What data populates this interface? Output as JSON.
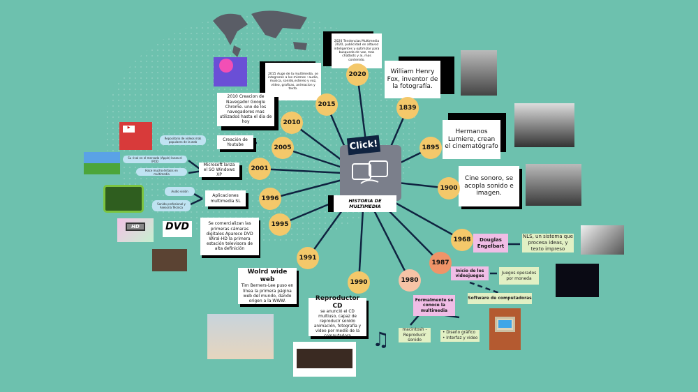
{
  "center": {
    "click_label": "Click!",
    "title": "HISTORIA DE MULTIMEDIA"
  },
  "years": {
    "y2020": "2020",
    "y2015": "2015",
    "y2010": "2010",
    "y2005": "2005",
    "y2001": "2001",
    "y1996": "1996",
    "y1995": "1995",
    "y1991": "1991",
    "y1990": "1990",
    "y1980": "1980",
    "y1987": "1987",
    "y1968": "1968",
    "y1900": "1900",
    "y1895": "1895",
    "y1839": "1839"
  },
  "boxes": {
    "b2020": "2020  Tendencias Multimedia 2020, publicidad en altavoz inteligentes y optimizar para busqueda de voz, mas chatbots y ai, mas contenido.",
    "b2015": "2015 Auge de la multimedia. se integraron a los mismos : audio, musica, sonido,estereo y voz, video, graficas, animacion y texto.",
    "b2010": "2010  Creacion de Navegador Google Chrome. uno de los navegadores mas utilizados hasta el dia de hoy",
    "b2005": "Creación de Youtube",
    "b2001": "Microsoft lanza el SO Windows XP",
    "b1996": "Aplicaciones multimedia SL",
    "b1995": "Se comercializan las primeras cámaras digitales Aparece DVD Wiral-HD la primera estación televisora de alta definición",
    "b1991_title": "Wolrd wide web",
    "b1991": "Tim Berners-Lee puso en línea la primera página web del mundo, dando origen a la WWW.",
    "b1990_title": "Reproductor CD",
    "b1990": "se anunció el CD multiuso, capaz de reproducir sonido animación, fotografía y video por medio de la computadora",
    "b1839": "William Henry Fox, inventor de la fotografía.",
    "b1895": "Hermanos Lumiere, crean el cinematógrafo",
    "b1900": "Cine sonoro, se acopla sonido e imagen."
  },
  "pills": {
    "youtube": "Repositorio de videos más populares de la web",
    "xp1": "Su rival en el mercado (Apple) lanza el IPOD",
    "xp2": "Hace mucho énfasis en multimedia",
    "sl1": "Audio visión",
    "sl2": "Sonido profesional y Asesoría Técnica"
  },
  "right": {
    "engelbart": "Douglas Engelbart",
    "nls": "NLS, un sistema que procesa ideas, y texto impreso",
    "videojuegos": "Inicio de los videojuegos",
    "monedas": "Juegos operados por moneda",
    "software": "Software de computadoras",
    "formal": "Formalmente se conoce la multimedia",
    "macintosh": "macintosh -Reproducir sonido",
    "diseno": "Diseño gráfico",
    "interfaz": "Interfaz y video"
  },
  "images": {
    "dvd_logo": "DVD",
    "hd_logo": "HD"
  },
  "colors": {
    "background": "#6dc1ae",
    "year": "#f4c86a",
    "year_1980": "#f6c3a6",
    "year_1987": "#ef9468",
    "pink": "#f0bde6",
    "green": "#e2f0c4",
    "navy": "#0f2340"
  }
}
